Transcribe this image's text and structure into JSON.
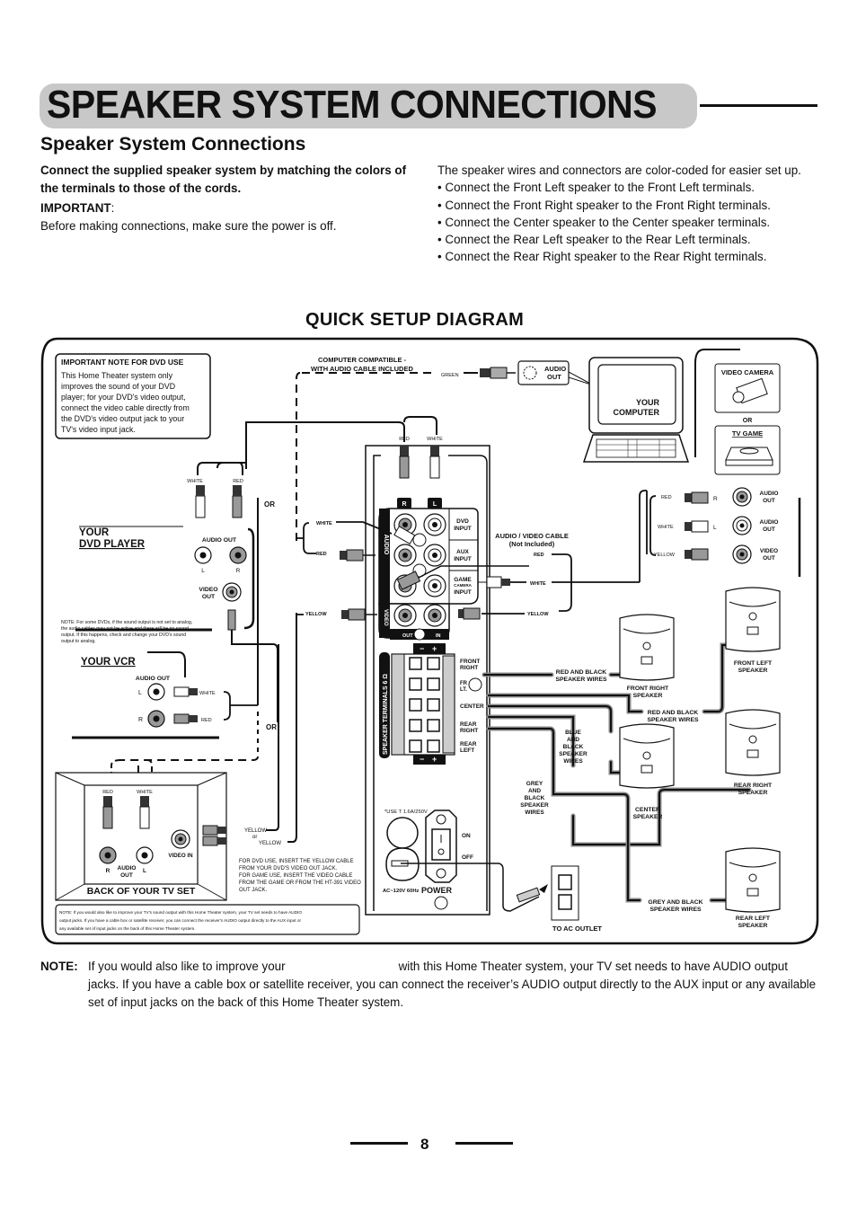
{
  "page": {
    "title": "SPEAKER  SYSTEM CONNECTIONS",
    "subheading": "Speaker  System  Connections",
    "page_number": "8"
  },
  "left_column": {
    "lead": "Connect the supplied speaker system by matching the colors of the terminals to those of the cords.",
    "important_label": "IMPORTANT",
    "important_colon": ":",
    "important_text": "Before making connections, make sure the power is off."
  },
  "right_column": {
    "intro": "The speaker wires and connectors are color-coded for easier set up.",
    "bullets": [
      "• Connect the Front Left speaker to the Front Left terminals.",
      "• Connect the Front Right speaker to the Front Right terminals.",
      "• Connect the Center speaker to the Center speaker terminals.",
      "• Connect the Rear Left speaker to the Rear Left terminals.",
      "• Connect the Rear Right speaker to the Rear Right terminals."
    ]
  },
  "diagram": {
    "title": "QUICK SETUP DIAGRAM",
    "dvd_note": {
      "title": "IMPORTANT NOTE FOR DVD USE",
      "lines": [
        "This Home Theater system only",
        "improves the sound of your DVD",
        "player; for your DVD's video output,",
        "connect the video cable directly from",
        "the DVD's video output jack to your",
        "TV's video input jack."
      ]
    },
    "computer": {
      "caption_1": "COMPUTER COMPATIBLE -",
      "caption_2": "WITH AUDIO CABLE INCLUDED",
      "cable_color": "GREEN",
      "jack_label_1": "AUDIO",
      "jack_label_2": "OUT",
      "device_1": "YOUR",
      "device_2": "COMPUTER"
    },
    "camera_box": {
      "label": "VIDEO CAMERA",
      "or": "OR",
      "tv_game": "TV GAME"
    },
    "dvd_player": {
      "title_1": "YOUR",
      "title_2": "DVD PLAYER",
      "white": "WHITE",
      "red": "RED",
      "audio_out": "AUDIO OUT",
      "l": "L",
      "r": "R",
      "video_out_1": "VIDEO",
      "video_out_2": "OUT",
      "or": "OR",
      "note": [
        "NOTE: For some DVDs, if the sound output is not set to analog,",
        "the audio cables may not be active and there will be no sound",
        "output. If this happens, check and change your DVD's sound",
        "output to analog."
      ]
    },
    "vcr": {
      "title": "YOUR VCR",
      "audio_out": "AUDIO OUT",
      "l": "L",
      "r": "R",
      "white": "WHITE",
      "red": "RED",
      "or": "OR"
    },
    "tv": {
      "title": "BACK OF YOUR TV SET",
      "red": "RED",
      "white": "WHITE",
      "audio_1": "AUDIO",
      "audio_2": "OUT",
      "r": "R",
      "l": "L",
      "video_in": "VIDEO IN",
      "yellow_1": "YELLOW",
      "or": "or",
      "yellow_2": "YELLOW",
      "insert_note": [
        "FOR DVD USE, INSERT THE YELLOW CABLE",
        "FROM YOUR DVD'S VIDEO OUT JACK.",
        "FOR GAME USE, INSERT THE VIDEO CABLE",
        "FROM THE GAME OR FROM THE HT-391 VIDEO",
        "OUT JACK."
      ],
      "bottom_note": [
        "NOTE: If you would also like to improve your TV's sound output with this Home Theater system, your TV set needs to have AUDIO",
        "output jacks. If you have a cable box or satellite receiver, you can connect the receiver's AUDIO output directly to the AUX input or",
        "any available set of input jacks on the back of this Home Theater system."
      ]
    },
    "receiver": {
      "top_red": "RED",
      "top_white": "WHITE",
      "r": "R",
      "l": "L",
      "audio": "AUDIO",
      "video": "VIDEO",
      "dvd_input_1": "DVD",
      "dvd_input_2": "INPUT",
      "aux_input_1": "AUX",
      "aux_input_2": "INPUT",
      "game_1": "GAME",
      "game_2": "CAMERA",
      "game_3": "INPUT",
      "out": "OUT",
      "in": "IN",
      "left_white": "WHITE",
      "left_red": "RED",
      "left_yellow": "YELLOW",
      "av_cable_1": "AUDIO / VIDEO CABLE",
      "av_cable_2": "(Not Included)",
      "right_red": "RED",
      "right_white": "WHITE",
      "right_yellow": "YELLOW",
      "speaker_terminals": "SPEAKER TERMINALS 6 Ω",
      "minus": "−",
      "plus": "+",
      "front_right_1": "FRONT",
      "front_right_2": "RIGHT",
      "front_left_1": "FR",
      "front_left_2": "LT.",
      "center": "CENTER",
      "rear_right_1": "REAR",
      "rear_right_2": "RIGHT",
      "rear_left_1": "REAR",
      "rear_left_2": "LEFT",
      "fuse": "*USE T 1.6A/250V",
      "on": "ON",
      "off": "OFF",
      "ac": "AC~120V 60Hz",
      "power": "POWER"
    },
    "external_av": {
      "red": "RED",
      "white": "WHITE",
      "yellow": "YELLOW",
      "r": "R",
      "l": "L",
      "audio_out_1": "AUDIO",
      "audio_out_2": "OUT",
      "video_out_1": "VIDEO",
      "video_out_2": "OUT"
    },
    "wires": {
      "red_black_1": "RED AND BLACK",
      "red_black_2": "SPEAKER WIRES",
      "blue_black": [
        "BLUE",
        "AND",
        "BLACK",
        "SPEAKER",
        "WIRES"
      ],
      "grey_black": [
        "GREY",
        "AND",
        "BLACK",
        "SPEAKER",
        "WIRES"
      ],
      "grey_black_1": "GREY AND BLACK",
      "grey_black_2": "SPEAKER WIRES"
    },
    "speakers": {
      "front_left_1": "FRONT LEFT",
      "front_left_2": "SPEAKER",
      "front_right_1": "FRONT RIGHT",
      "front_right_2": "SPEAKER",
      "center_1": "CENTER",
      "center_2": "SPEAKER",
      "rear_right_1": "REAR RIGHT",
      "rear_right_2": "SPEAKER",
      "rear_left_1": "REAR LEFT",
      "rear_left_2": "SPEAKER"
    },
    "outlet": "TO AC OUTLET"
  },
  "footer_note": {
    "label": "NOTE:",
    "text_before_gap": "If you would also like to improve your",
    "text_after_gap": "with this Home Theater system, your TV set needs to have AUDIO output jacks. If you have a cable box or satellite receiver, you can connect the receiver’s AUDIO output directly to the AUX input or any available set of input jacks on the back of this Home Theater system."
  }
}
